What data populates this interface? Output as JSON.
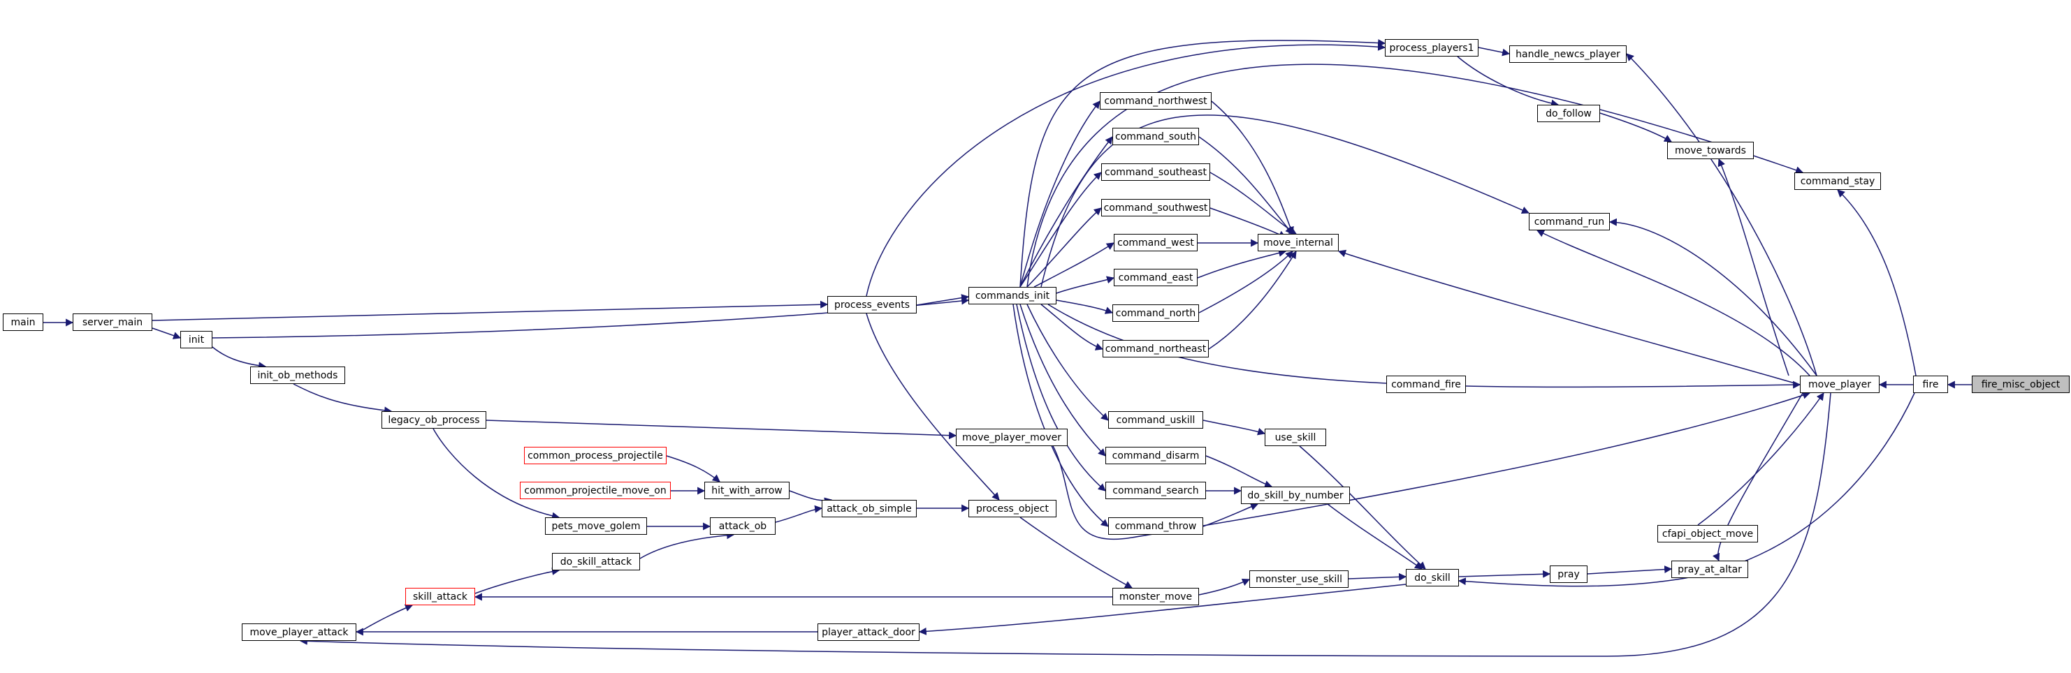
{
  "colors": {
    "edge": "#191970",
    "border": "#000000",
    "external": "#ff0000",
    "root_fill": "#bfbfbf"
  },
  "nodes": {
    "fire_misc_object": "fire_misc_object",
    "fire": "fire",
    "move_player": "move_player",
    "command_stay": "command_stay",
    "handle_newcs_player": "handle_newcs_player",
    "process_players1": "process_players1",
    "do_follow": "do_follow",
    "move_towards": "move_towards",
    "command_run": "command_run",
    "command_northwest": "command_northwest",
    "command_south": "command_south",
    "command_southeast": "command_southeast",
    "command_southwest": "command_southwest",
    "command_west": "command_west",
    "move_internal": "move_internal",
    "command_east": "command_east",
    "command_north": "command_north",
    "command_northeast": "command_northeast",
    "commands_init": "commands_init",
    "process_events": "process_events",
    "main": "main",
    "server_main": "server_main",
    "init": "init",
    "init_ob_methods": "init_ob_methods",
    "legacy_ob_process": "legacy_ob_process",
    "command_fire": "command_fire",
    "command_uskill": "command_uskill",
    "use_skill": "use_skill",
    "move_player_mover": "move_player_mover",
    "common_process_projectile": "common_process_projectile",
    "command_disarm": "command_disarm",
    "common_projectile_move_on": "common_projectile_move_on",
    "hit_with_arrow": "hit_with_arrow",
    "command_search": "command_search",
    "do_skill_by_number": "do_skill_by_number",
    "attack_ob_simple": "attack_ob_simple",
    "process_object": "process_object",
    "pets_move_golem": "pets_move_golem",
    "attack_ob": "attack_ob",
    "command_throw": "command_throw",
    "cfapi_object_move": "cfapi_object_move",
    "do_skill_attack": "do_skill_attack",
    "do_skill": "do_skill",
    "pray": "pray",
    "pray_at_altar": "pray_at_altar",
    "monster_use_skill": "monster_use_skill",
    "skill_attack": "skill_attack",
    "monster_move": "monster_move",
    "move_player_attack": "move_player_attack",
    "player_attack_door": "player_attack_door"
  }
}
